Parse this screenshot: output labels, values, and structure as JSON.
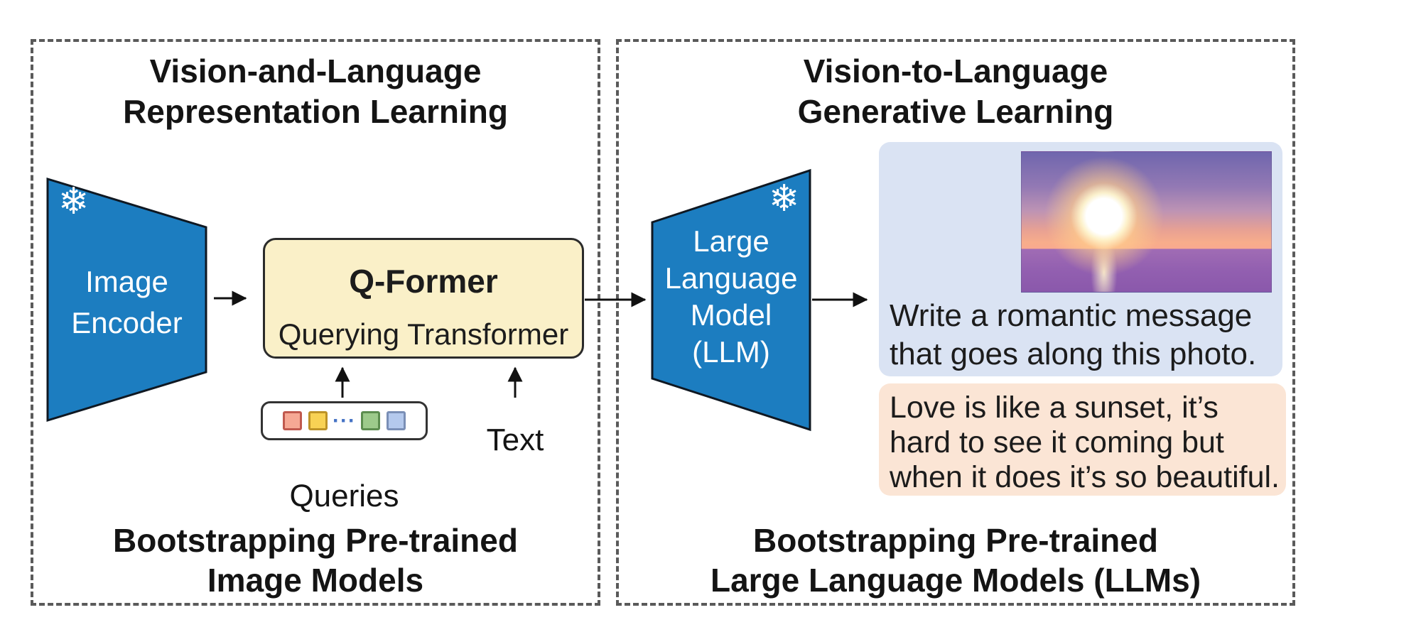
{
  "left_panel": {
    "title": {
      "line1": "Vision-and-Language",
      "line2": "Representation Learning"
    },
    "image_encoder": {
      "line1": "Image",
      "line2": "Encoder"
    },
    "qformer": {
      "title": "Q-Former",
      "subtitle": "Querying Transformer"
    },
    "queries": {
      "label": "Queries",
      "dots": "···",
      "token_styles": [
        "background:#f6a894;border-color:#c0594e",
        "background:#f8d254;border-color:#bd9327",
        "background:#9dca8b;border-color:#5c8d4f",
        "background:#b4c9ed;border-color:#7a8fb6"
      ]
    },
    "text_label": "Text",
    "caption": {
      "line1": "Bootstrapping Pre-trained",
      "line2": "Image Models"
    }
  },
  "right_panel": {
    "title": {
      "line1": "Vision-to-Language",
      "line2": "Generative Learning"
    },
    "llm": {
      "line1": "Large",
      "line2": "Language",
      "line3": "Model",
      "line4": "(LLM)"
    },
    "prompt_box": {
      "photo_alt": "Sunset over the ocean",
      "line1": "Write a romantic message",
      "line2": "that goes along this photo."
    },
    "response_box": {
      "line1": "Love is like a sunset, it’s",
      "line2": "hard to see it coming but",
      "line3": "when it does it’s so beautiful."
    },
    "caption": {
      "line1": "Bootstrapping Pre-trained",
      "line2": "Large Language Models (LLMs)"
    }
  },
  "icons": {
    "frozen": "❄"
  },
  "colors": {
    "encoder_fill": "#1c7dc0",
    "shape_stroke": "#0f1822",
    "qformer_fill": "#faf0c8",
    "prompt_fill": "#dae3f3",
    "response_fill": "#fbe5d5",
    "dash": "#5a5a5a",
    "arrow": "#111111",
    "query_dots": "#4472c4"
  }
}
